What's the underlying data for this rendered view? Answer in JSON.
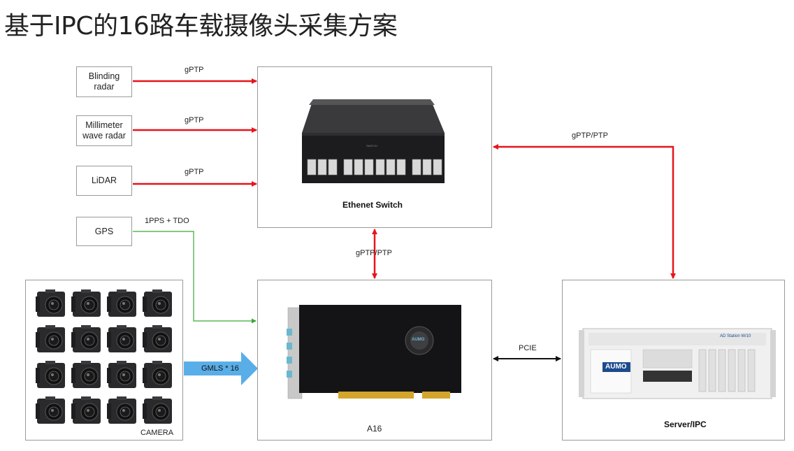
{
  "title": "基于IPC的16路车载摄像头采集方案",
  "sensors": {
    "blinding_radar": "Blinding\nradar",
    "mmwave_radar": "Millimeter\nwave radar",
    "lidar": "LiDAR",
    "gps": "GPS"
  },
  "links": {
    "gptp_1": "gPTP",
    "gptp_2": "gPTP",
    "gptp_3": "gPTP",
    "pps": "1PPS + TDO",
    "switch_server": "gPTP/PTP",
    "switch_a16": "gPTP/PTP",
    "gmls": "GMLS * 16",
    "pcie": "PCIE"
  },
  "nodes": {
    "switch": "Ethenet Switch",
    "a16": "A16",
    "server": "Server/IPC",
    "camera": "CAMERA"
  },
  "device_text": {
    "brand": "AUMO",
    "card_logo": "AUMO",
    "server_model": "AD Station W/10",
    "switch_brand": "SWITCH"
  },
  "colors": {
    "ptp_line": "#e8141c",
    "pps_line": "#3aa83a",
    "gmls_arrow": "#5aaee8",
    "pcie_line": "#111111"
  }
}
